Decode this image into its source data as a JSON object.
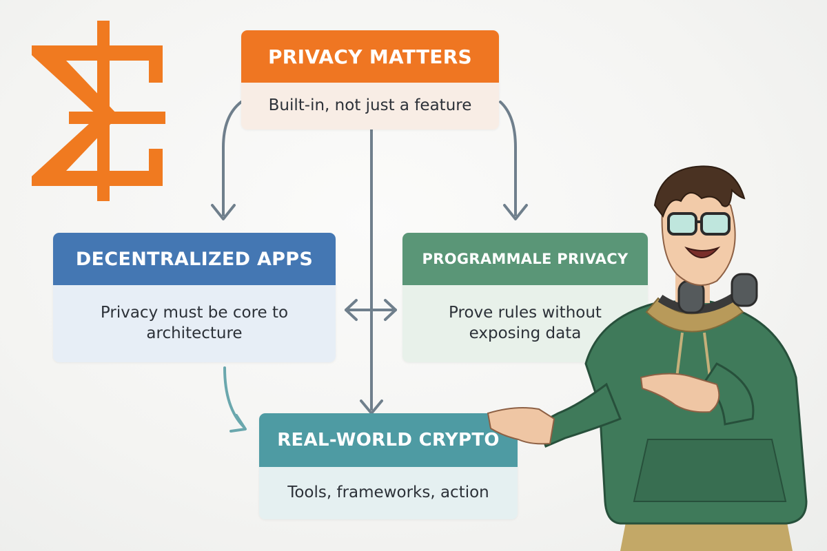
{
  "nodes": {
    "privacy": {
      "title": "PRIVACY MATTERS",
      "subtitle": "Built-in, not just a feature"
    },
    "dapps": {
      "title": "DECENTRALIZED APPS",
      "subtitle": "Privacy must be core to architecture"
    },
    "programmable": {
      "title": "PROGRAMMALE PRIVACY",
      "subtitle": "Prove rules without exposing data"
    },
    "realworld": {
      "title": "REAL-WORLD CRYPTO",
      "subtitle": "Tools, frameworks, action"
    }
  },
  "colors": {
    "orange": "#ef7622",
    "blue": "#4477b3",
    "green": "#5a9677",
    "teal": "#4e9ba3",
    "arrow": "#6f7f8c"
  },
  "icons": {
    "logo": "sigma-plus-logo",
    "presenter": "presenter-illustration"
  }
}
